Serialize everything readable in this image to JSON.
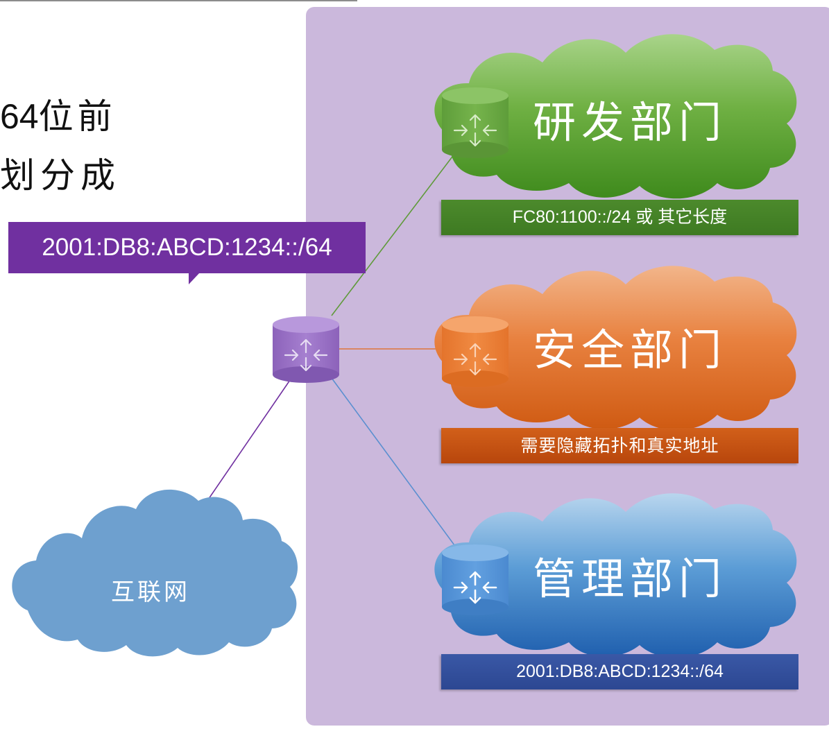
{
  "intro": {
    "line1_num": "64",
    "line1_text": "位前",
    "line2_text": "划分成"
  },
  "callout": {
    "text": "2001:DB8:ABCD:1234::/64"
  },
  "internet": {
    "label": "互联网"
  },
  "departments": [
    {
      "name": "研发部门",
      "prefix": "FC80:1100::/24 或 其它长度",
      "color": "#3e7a22"
    },
    {
      "name": "安全部门",
      "prefix": "需要隐藏拓扑和真实地址",
      "color": "#c5500f"
    },
    {
      "name": "管理部门",
      "prefix": "2001:DB8:ABCD:1234::/64",
      "color": "#2e4a96"
    }
  ],
  "colors": {
    "panel": "#cbb8dc",
    "callout": "#7030a0",
    "internet_cloud": "#6ea0cf",
    "core_router": "#9a72c4"
  }
}
